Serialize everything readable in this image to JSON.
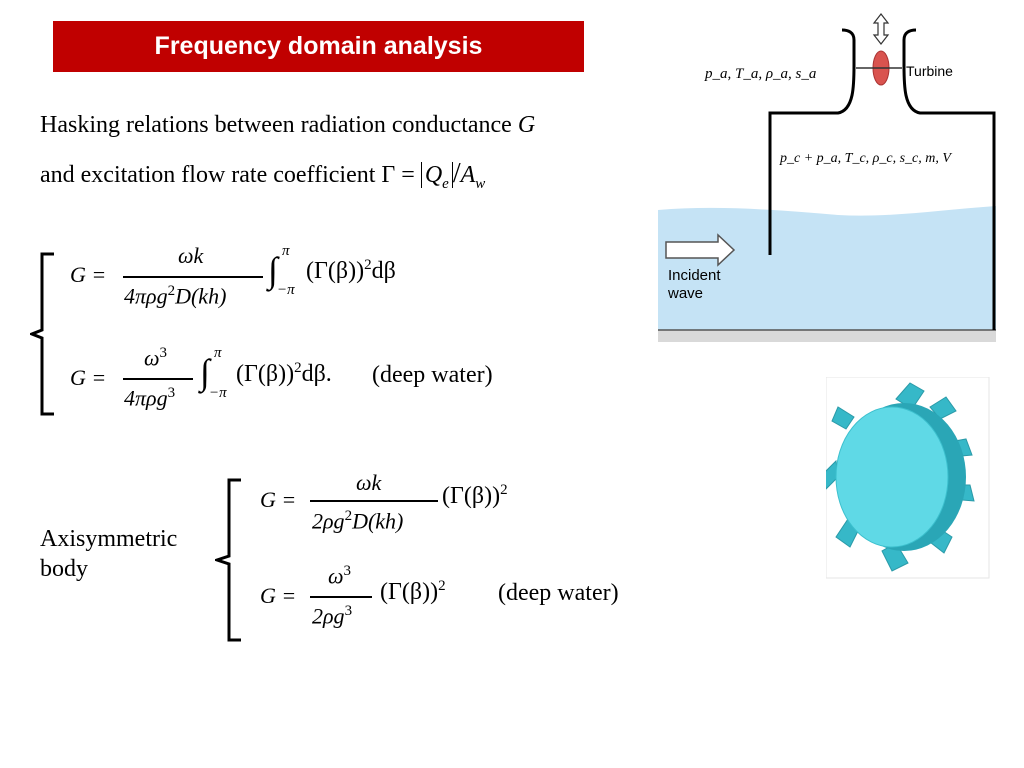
{
  "slide": {
    "title": "Frequency domain analysis",
    "intro_line1": "Hasking relations between radiation conductance",
    "intro_line1_symbol": "G",
    "intro_line2": "and excitation flow rate coefficient",
    "gamma_def": {
      "lhs": "Γ =",
      "num": "Q",
      "num_sub": "e",
      "den": "A",
      "den_sub": "w"
    }
  },
  "equations": {
    "eq1": {
      "lhs": "G =",
      "num": "ωk",
      "den": "4πρg",
      "den_sup": "2",
      "den_tail": "D(kh)",
      "int_upper": "π",
      "int_lower": "−π",
      "body": "(Γ(β))",
      "body_sup": "2",
      "tail": "dβ"
    },
    "eq2": {
      "lhs": "G =",
      "num": "ω",
      "num_sup": "3",
      "den": "4πρg",
      "den_sup": "3",
      "int_upper": "π",
      "int_lower": "−π",
      "body": "(Γ(β))",
      "body_sup": "2",
      "tail": "dβ.",
      "note": "(deep water)"
    },
    "eq3": {
      "lhs": "G =",
      "num": "ωk",
      "den": "2ρg",
      "den_sup": "2",
      "den_tail": "D(kh)",
      "body": "(Γ(β))",
      "body_sup": "2"
    },
    "eq4": {
      "lhs": "G =",
      "num": "ω",
      "num_sup": "3",
      "den": "2ρg",
      "den_sup": "3",
      "body": "(Γ(β))",
      "body_sup": "2",
      "note": "(deep water)"
    },
    "axisymmetric_label_line1": "Axisymmetric",
    "axisymmetric_label_line2": "body"
  },
  "owc_figure": {
    "ambient_label": "p_a, T_a, ρ_a, s_a",
    "chamber_label": "p_c + p_a, T_c, ρ_c, s_c, m, V",
    "turbine_label": "Turbine",
    "incident_label_line1": "Incident",
    "incident_label_line2": "wave",
    "water_color": "#c5e3f5",
    "turbine_color": "#d9534f"
  },
  "body_figure": {
    "color": "#3ec9d6"
  }
}
